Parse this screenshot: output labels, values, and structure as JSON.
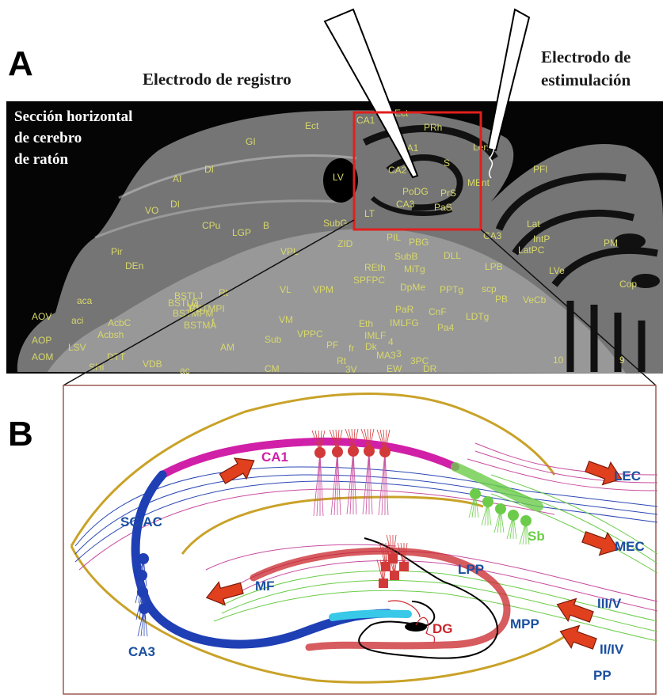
{
  "panel_a": {
    "letter": "A",
    "recording_electrode": "Electrodo de registro",
    "stimulation_electrode": [
      "Electrodo de",
      "estimulación"
    ],
    "section_title": [
      "Sección horizontal",
      "de cerebro",
      "de ratón"
    ],
    "atlas_labels": [
      "Ect",
      "CA1",
      "Ect",
      "PRh",
      "GI",
      "CA1",
      "S",
      "DI",
      "LV",
      "CA2",
      "MEnt",
      "Lent",
      "AI",
      "PoDG",
      "PrS",
      "CA3",
      "PaS",
      "DI",
      "VO",
      "LT",
      "CPu",
      "LGP",
      "B",
      "SubG",
      "CA3",
      "Lat",
      "IntP",
      "PFl",
      "PM",
      "Pir",
      "ZID",
      "PIL",
      "PBG",
      "LatPC",
      "DEn",
      "VPL",
      "SubB",
      "REth",
      "MiTg",
      "DLL",
      "LPB",
      "LVe",
      "SPFPC",
      "DpMe",
      "PPTg",
      "scp",
      "Cop",
      "aca",
      "Rt",
      "VL",
      "VPM",
      "PB",
      "VeCb",
      "AOV",
      "aci",
      "AcbC",
      "VA",
      "VM",
      "PaR",
      "CnF",
      "LDTg",
      "AOP",
      "Acbsh",
      "BSTMA",
      "Eth",
      "IMLFG",
      "Pa4",
      "AOM",
      "LSV",
      "DTT",
      "AM",
      "Sub",
      "VPPC",
      "IMLF",
      "PF",
      "fr",
      "Dk",
      "4",
      "SHi",
      "VDB",
      "ac",
      "Rt",
      "MA3",
      "3",
      "3PC",
      "CM",
      "3V",
      "EW",
      "DR",
      "10",
      "9",
      "BSTLJ",
      "BSTLD",
      "BSTMPI",
      "BSTMPM",
      "f"
    ]
  },
  "panel_b": {
    "letter": "B",
    "labels": {
      "ca1": "CA1",
      "ca3": "CA3",
      "sc_ac": "SC/AC",
      "mf": "MF",
      "dg": "DG",
      "lpp": "LPP",
      "mpp": "MPP",
      "sb": "Sb",
      "lec": "LEC",
      "mec": "MEC",
      "iii_v": "III/V",
      "ii_iv": "II/IV",
      "pp": "PP"
    },
    "colors": {
      "ca1": "#d020a8",
      "ca3": "#1f3fb5",
      "dg": "#c8262b",
      "sb": "#6ccc4a",
      "outline": "#c9a228",
      "arrow": "#e0401e",
      "text": "#1a4fa0",
      "mf_segment": "#38c8e8"
    }
  }
}
